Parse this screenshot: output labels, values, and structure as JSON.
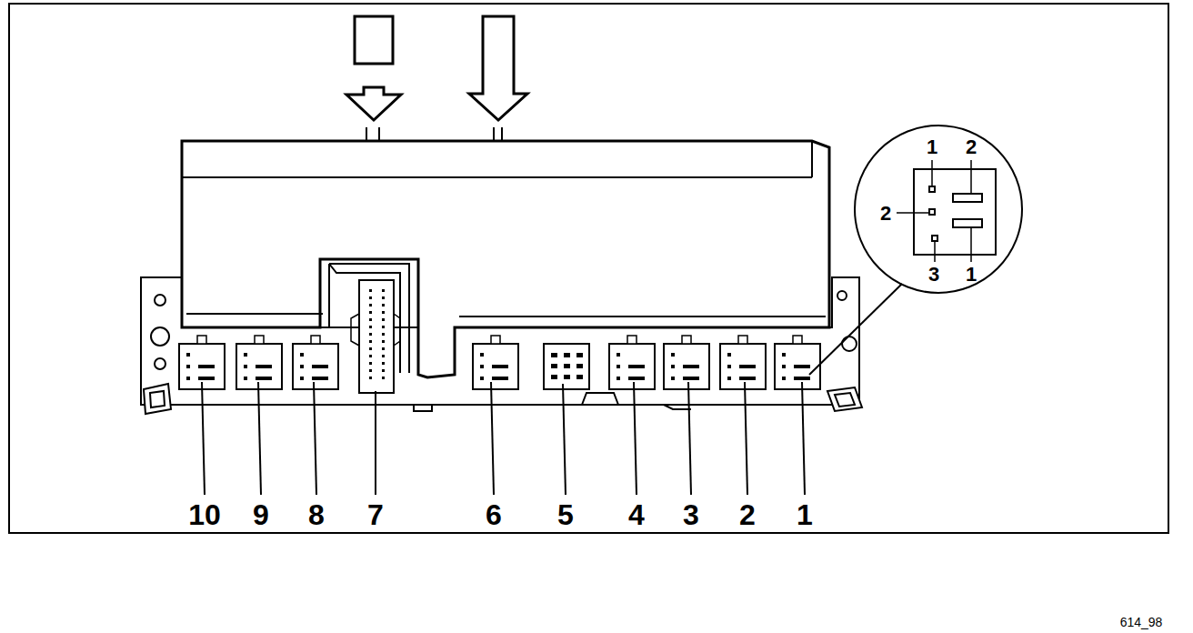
{
  "diagram": {
    "labels": [
      "1",
      "2",
      "2",
      "3",
      "1",
      "10",
      "9",
      "8",
      "7",
      "6",
      "5",
      "4",
      "3",
      "2",
      "1",
      "614_98"
    ]
  }
}
